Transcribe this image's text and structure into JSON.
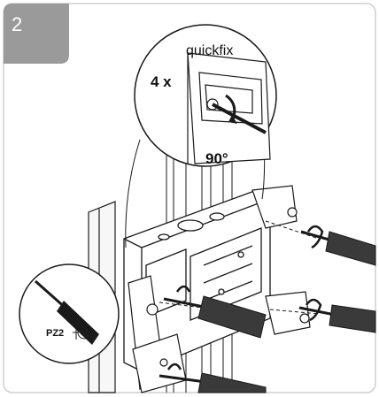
{
  "step": {
    "number": "2"
  },
  "callout": {
    "product": "quickfix",
    "count": "4 x",
    "angle": "90°"
  },
  "tool": {
    "bit": "PZ2"
  },
  "colors": {
    "badge": "#9a9a9a",
    "frame": "#cfcfcf",
    "line": "#1a1a1a",
    "handle": "#3a3a3a"
  }
}
